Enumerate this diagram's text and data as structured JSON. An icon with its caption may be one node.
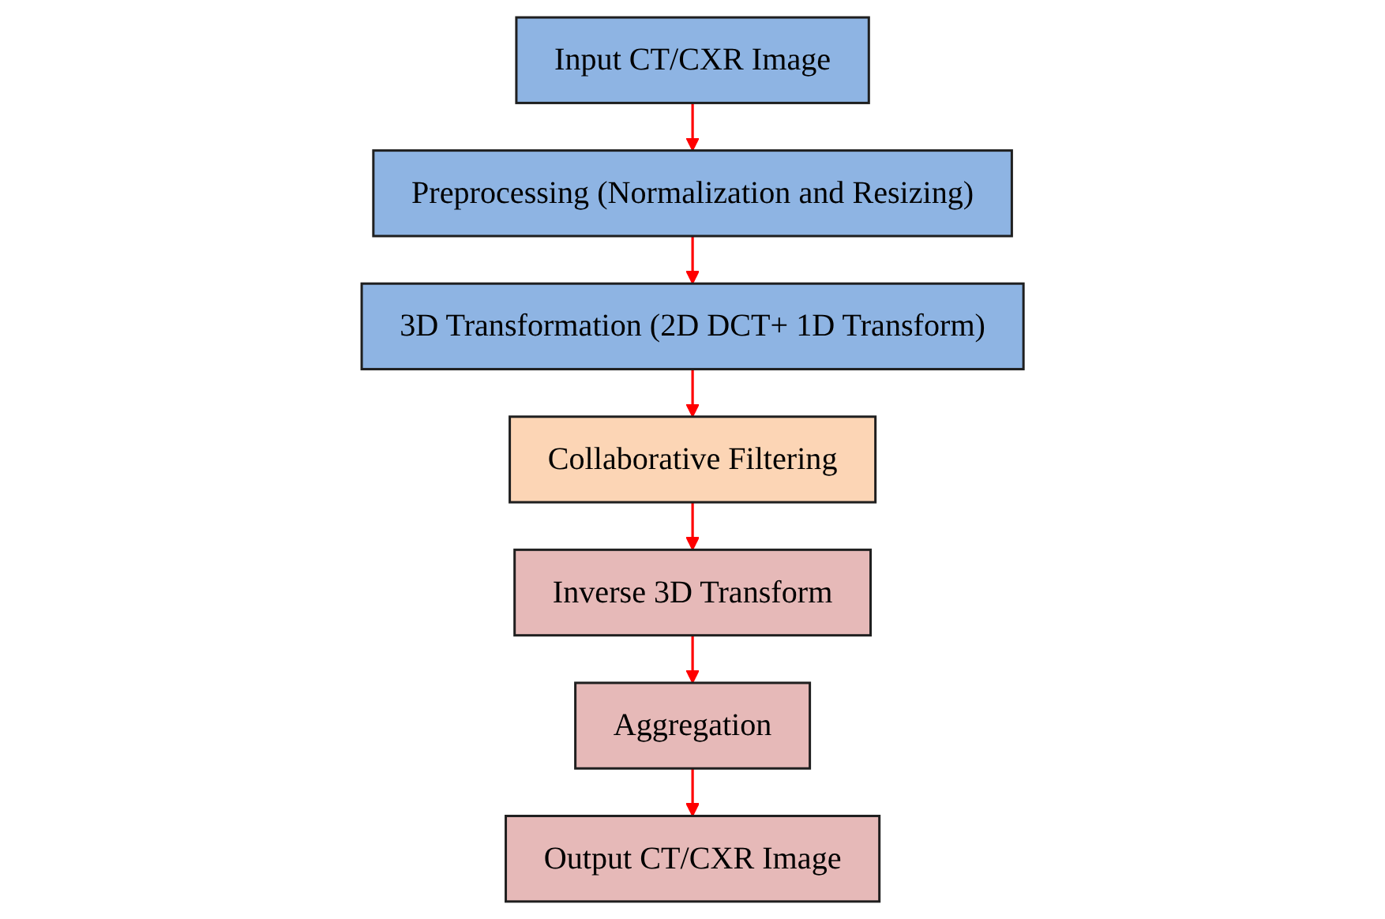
{
  "diagram": {
    "nodes": [
      {
        "text": [
          "Input CT/CXR Image"
        ]
      },
      {
        "text": [
          "Output CT/CXR Image"
        ]
      },
      {
        "text": [
          "Preprocessing (Normalization and Resizing)"
        ]
      },
      {
        "text": [
          "Aggregation"
        ]
      },
      {
        "text": [
          "3D Transformation (2D DCT+ 1D Transform)"
        ]
      },
      {
        "text": [
          "Inverse 3D Transform"
        ]
      },
      {
        "text": [
          "Collaborative Filtering"
        ]
      }
    ],
    "edges": [
      {
        "from": 0,
        "to": 2,
        "arrow": "to"
      },
      {
        "from": 2,
        "to": 4,
        "arrow": "to"
      },
      {
        "from": 4,
        "to": 6,
        "arrow": "to"
      },
      {
        "from": 6,
        "to": 5,
        "arrow": "to"
      },
      {
        "from": 5,
        "to": 3,
        "arrow": "to"
      },
      {
        "from": 3,
        "to": 1,
        "arrow": "to"
      }
    ]
  }
}
